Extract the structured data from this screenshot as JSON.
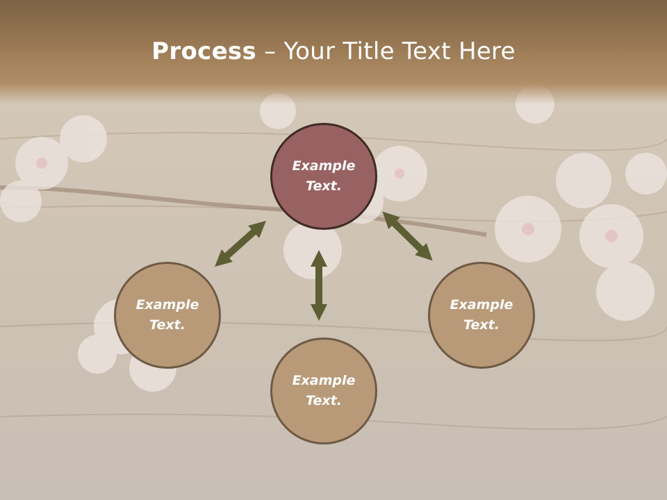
{
  "slide": {
    "title_bold": "Process",
    "title_rest": " – Your Title Text Here"
  },
  "nodes": {
    "top": "Example\nText.",
    "left": "Example\nText.",
    "right": "Example\nText.",
    "bottom": "Example\nText."
  },
  "colors": {
    "header": "#9a7a55",
    "node_fill": "#b89a78",
    "center_fill": "#996262",
    "arrow": "#5d5e33"
  },
  "icons": [
    "double-arrow-icon"
  ]
}
